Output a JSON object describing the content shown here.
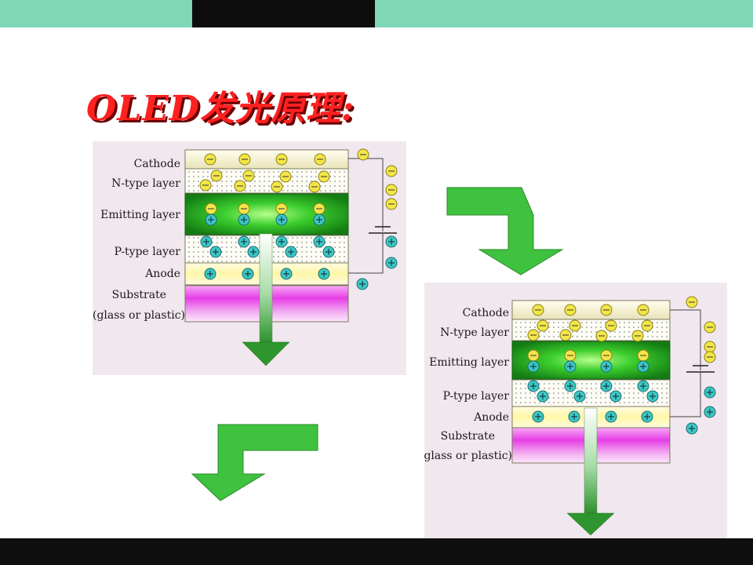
{
  "slide": {
    "title": "OLED发光原理:"
  },
  "panels": [
    {
      "name": "before",
      "labels": {
        "cathode": "Cathode",
        "ntype": "N-type layer",
        "emitting": "Emitting layer",
        "ptype": "P-type layer",
        "anode": "Anode",
        "substrate_line1": "Substrate",
        "substrate_line2": "(glass or plastic)"
      }
    },
    {
      "name": "after",
      "labels": {
        "cathode": "Cathode",
        "ntype": "N-type layer",
        "emitting": "Emitting layer",
        "ptype": "P-type layer",
        "anode": "Anode",
        "substrate_line1": "Substrate",
        "substrate_line2": "(glass or plastic)"
      }
    }
  ],
  "colors": {
    "band_teal": "#7fd7b5",
    "band_dark": "#0d0d0d",
    "title_red": "#ff2020",
    "arrow_green": "#3fc23f",
    "electron_yellow": "#f2e64a",
    "hole_cyan": "#3cc7c3",
    "emitting_green": "#1f9a1f",
    "substrate_magenta": "#ee55ee"
  },
  "icons": {
    "electron": "minus-circle-icon",
    "hole": "plus-circle-icon",
    "battery": "battery-icon",
    "light": "down-arrow-icon",
    "flow": "bent-arrow-icon"
  }
}
